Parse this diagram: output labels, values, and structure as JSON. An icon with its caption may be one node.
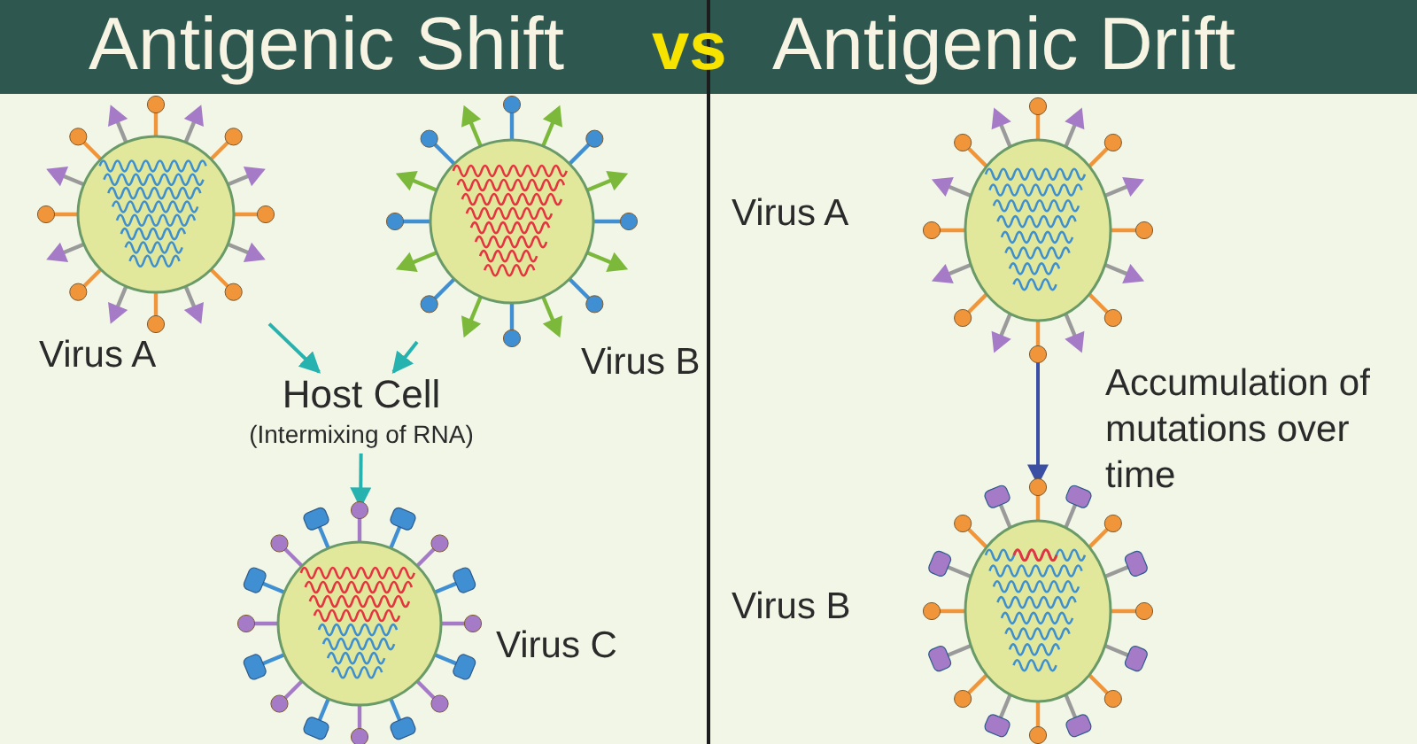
{
  "diagram": {
    "nodes": [
      {
        "text": [],
        "shape": "picture",
        "beside": [
          "Virus A"
        ]
      },
      {
        "text": [],
        "shape": "picture",
        "beside": [
          "Virus B"
        ]
      },
      {
        "text": [
          "Host Cell",
          "(Intermixing of RNA)"
        ]
      },
      {
        "text": [],
        "shape": "picture",
        "beside": [
          "Virus C"
        ]
      },
      {
        "text": [],
        "shape": "picture",
        "beside": [
          "Virus A"
        ]
      },
      {
        "text": [],
        "shape": "picture",
        "beside": [
          "Virus B"
        ]
      }
    ],
    "edges": [
      {
        "from": 0,
        "to": 2,
        "arrow": "to"
      },
      {
        "from": 1,
        "to": 2,
        "arrow": "to"
      },
      {
        "from": 2,
        "to": 3,
        "arrow": "to"
      },
      {
        "from": 4,
        "to": 5,
        "arrow": "to",
        "label": "Accumulation of mutations over time",
        "color": "#3a4fa3"
      }
    ],
    "labels": [
      "Antigenic Shift",
      "vs",
      "Antigenic Drift"
    ]
  }
}
